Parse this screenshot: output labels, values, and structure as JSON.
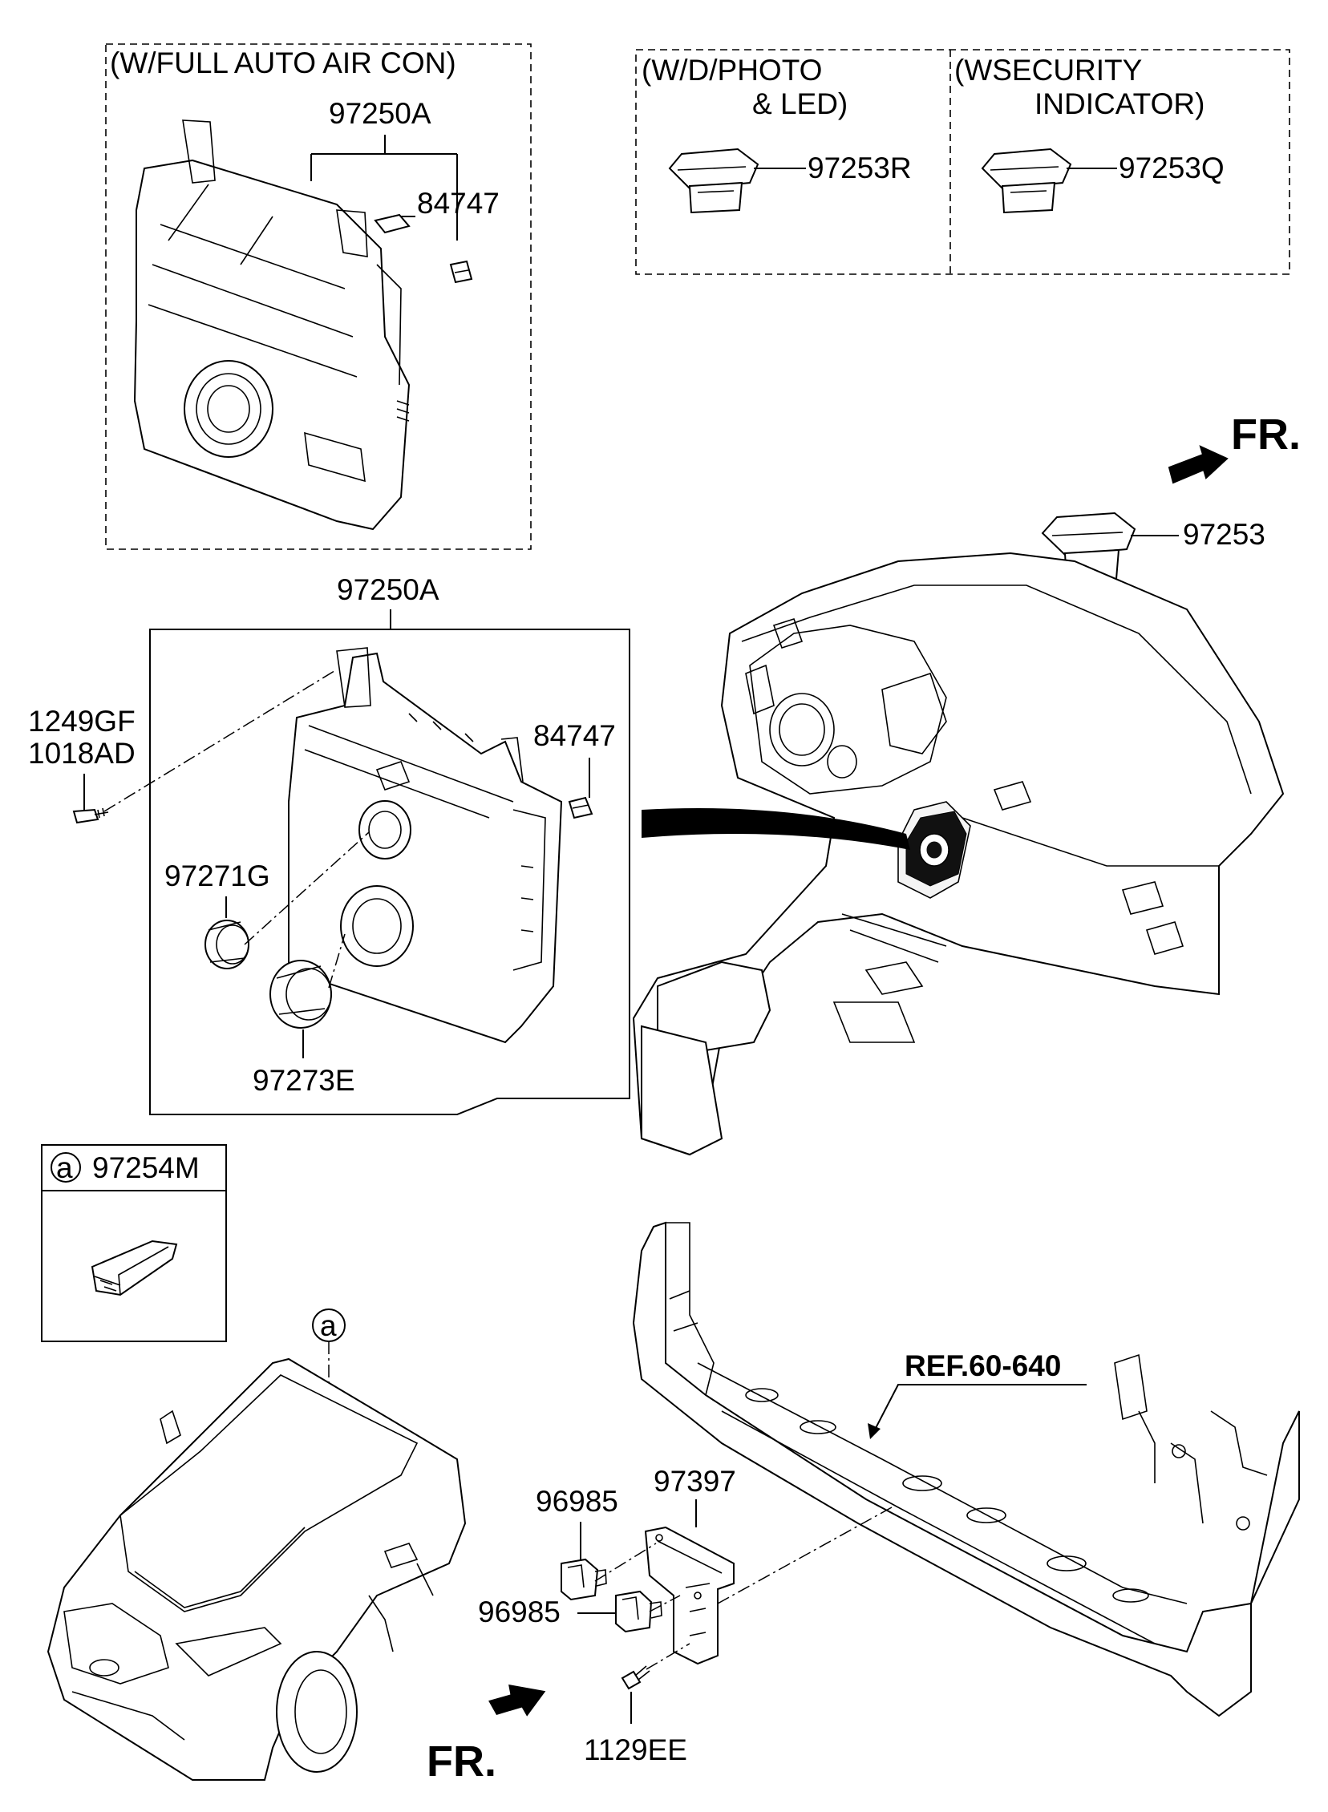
{
  "sections": {
    "full_auto": {
      "title": "(W/FULL AUTO AIR CON)"
    },
    "photo_led": {
      "title_line1": "(W/D/PHOTO",
      "title_line2": "& LED)"
    },
    "security": {
      "title_line1": "(WSECURITY",
      "title_line2": "INDICATOR)"
    },
    "inset_a": {
      "marker": "a",
      "part_no": "97254M"
    }
  },
  "parts": {
    "p97250A_top": "97250A",
    "p84747_top": "84747",
    "p97253R": "97253R",
    "p97253Q": "97253Q",
    "p97253": "97253",
    "p97250A_mid": "97250A",
    "p1249GF": "1249GF",
    "p1018AD": "1018AD",
    "p84747_mid": "84747",
    "p97271G": "97271G",
    "p97273E": "97273E",
    "p97397": "97397",
    "p96985_a": "96985",
    "p96985_b": "96985",
    "p1129EE": "1129EE"
  },
  "references": {
    "ref_60_640": "REF.60-640"
  },
  "callouts": {
    "marker_a": "a"
  },
  "front_arrows": {
    "upper": "FR.",
    "lower": "FR."
  }
}
